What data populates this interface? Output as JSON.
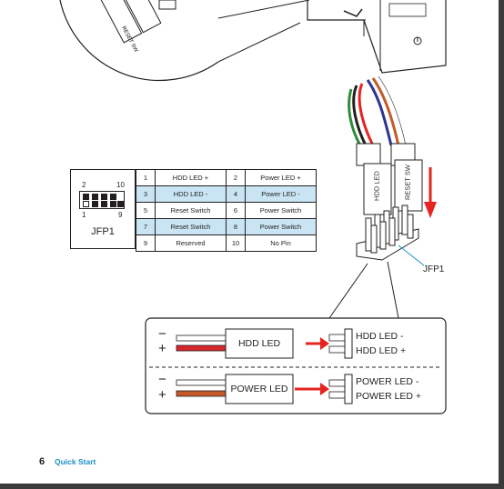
{
  "jfp": {
    "label": "JFP1",
    "pin_numbers": {
      "top_left": "2",
      "top_right": "10",
      "bottom_left": "1",
      "bottom_right": "9"
    }
  },
  "pin_table": {
    "rows": [
      {
        "n1": "1",
        "f1": "HDD LED +",
        "n2": "2",
        "f2": "Power LED +",
        "highlight": false
      },
      {
        "n1": "3",
        "f1": "HDD LED -",
        "n2": "4",
        "f2": "Power LED -",
        "highlight": true
      },
      {
        "n1": "5",
        "f1": "Reset Switch",
        "n2": "6",
        "f2": "Power Switch",
        "highlight": false
      },
      {
        "n1": "7",
        "f1": "Reset Switch",
        "n2": "8",
        "f2": "Power Switch",
        "highlight": true
      },
      {
        "n1": "9",
        "f1": "Reserved",
        "n2": "10",
        "f2": "No Pin",
        "highlight": false
      }
    ]
  },
  "connector": {
    "labels": [
      "HDD LED",
      "RESET SW"
    ],
    "top_labels": [
      "POWER",
      "RESET SW"
    ],
    "header_label": "JFP1"
  },
  "led_diagram": {
    "hdd": {
      "box_label": "HDD LED",
      "minus": "−",
      "plus": "+",
      "pin_labels": [
        "HDD LED -",
        "HDD LED +"
      ]
    },
    "power": {
      "box_label": "POWER LED",
      "minus": "−",
      "plus": "+",
      "pin_labels": [
        "POWER LED -",
        "POWER LED +"
      ]
    }
  },
  "footer": {
    "page_number": "6",
    "section_title": "Quick Start"
  },
  "colors": {
    "accent_blue": "#1c8fc5",
    "highlight_row": "#c9e5f3",
    "arrow_red": "#e52421",
    "wire_orange": "#c55a28"
  }
}
